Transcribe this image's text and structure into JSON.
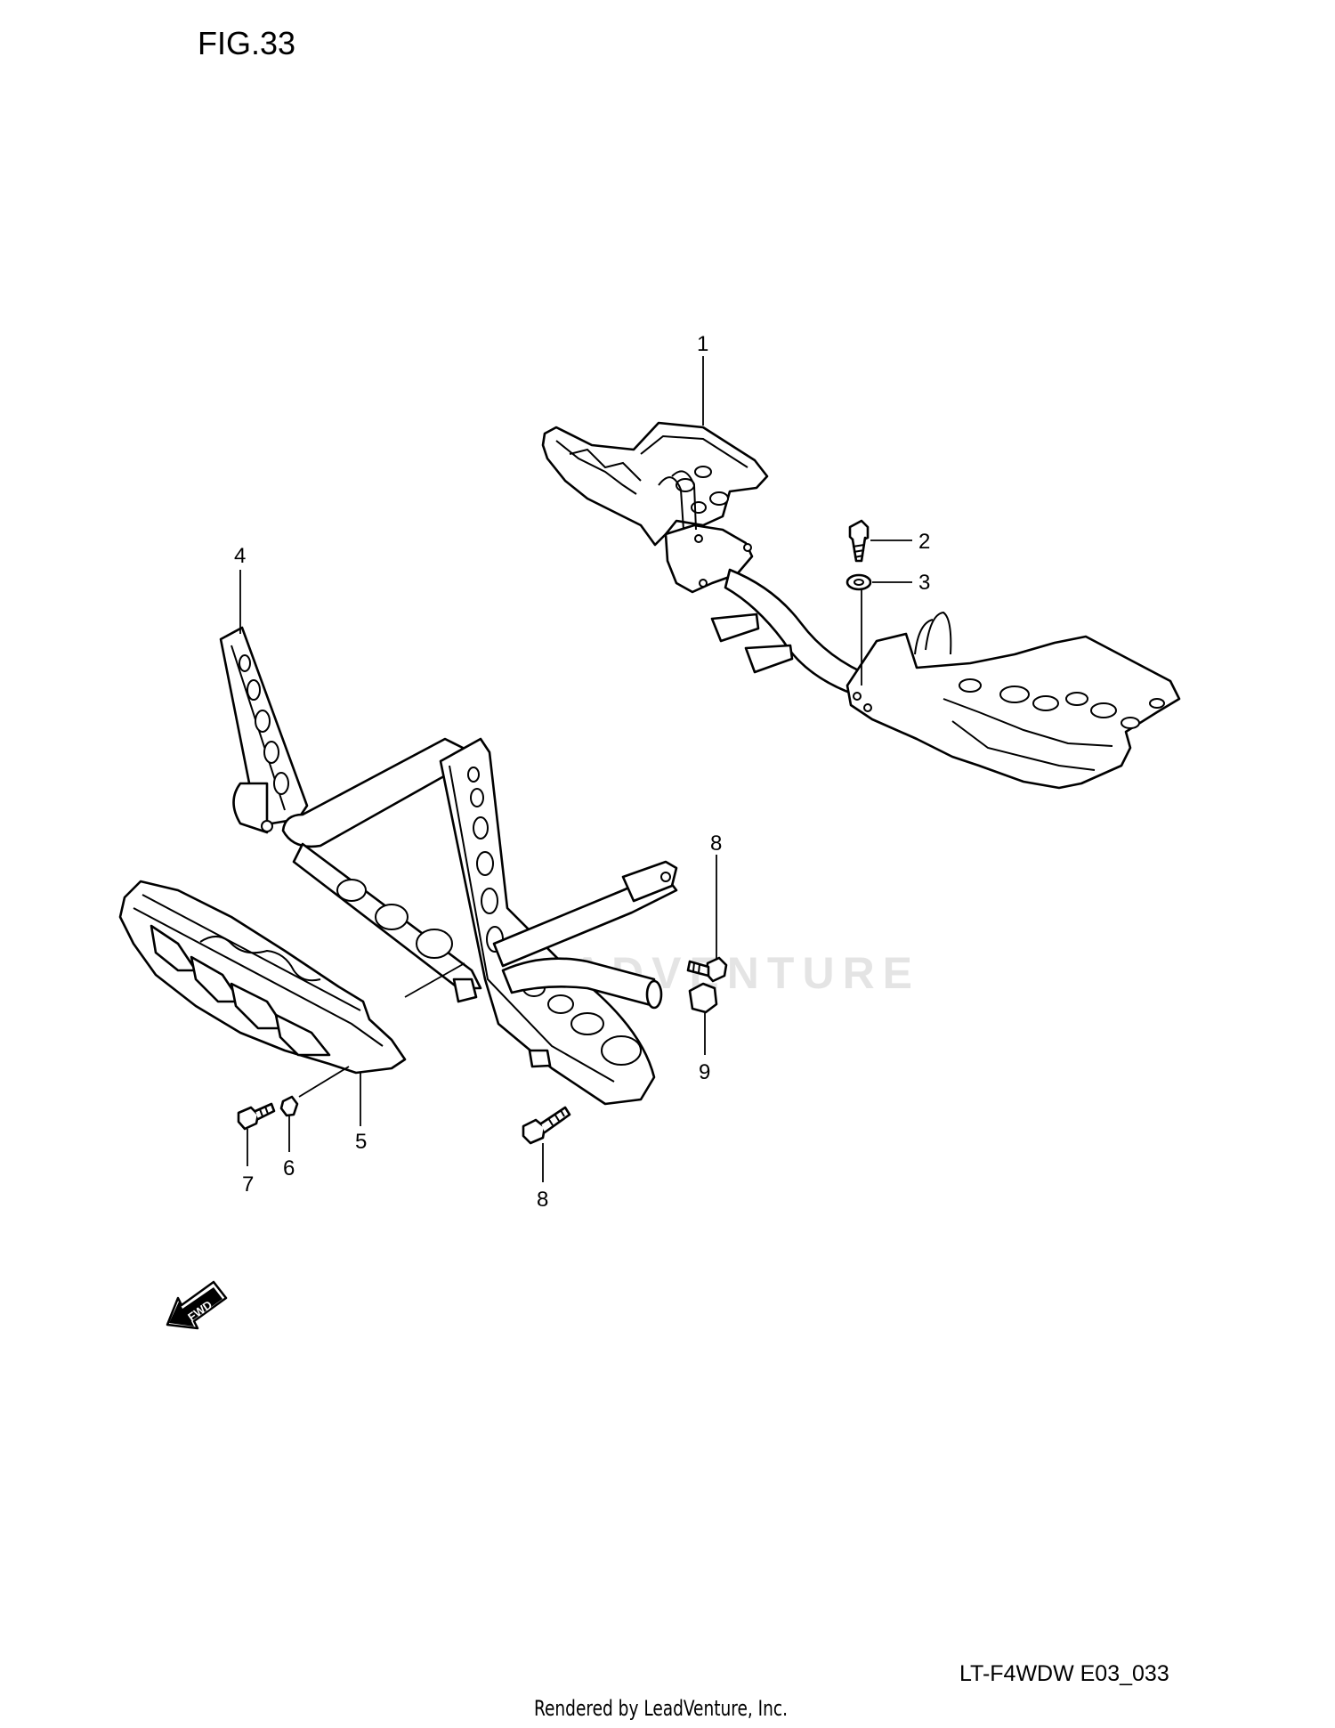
{
  "figure": {
    "title": "FIG.33"
  },
  "footer": {
    "code": "LT-F4WDW E03_033",
    "rendered_by": "Rendered by LeadVenture, Inc."
  },
  "watermark": {
    "text": "LEADVENTURE"
  },
  "fwd_arrow": {
    "label": "FWD"
  },
  "callouts": {
    "c1": "1",
    "c2": "2",
    "c3": "3",
    "c4": "4",
    "c5": "5",
    "c6": "6",
    "c7": "7",
    "c8a": "8",
    "c8b": "8",
    "c9": "9"
  }
}
